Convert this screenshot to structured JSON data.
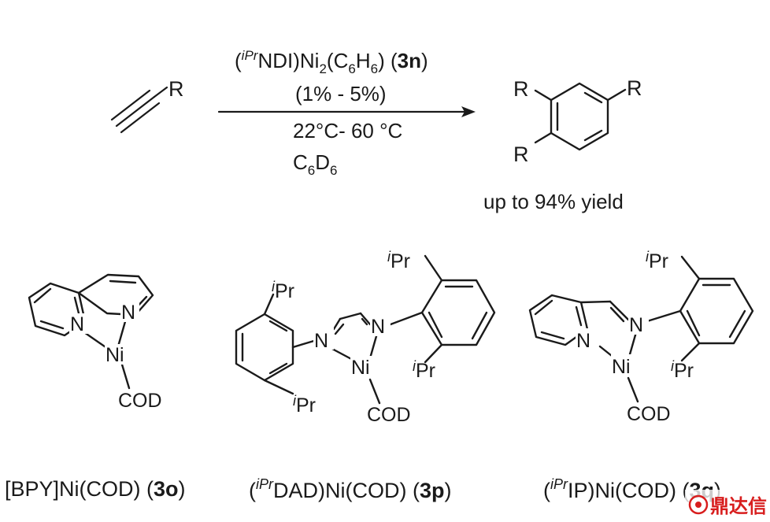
{
  "reaction": {
    "reactant_label": "R",
    "catalyst_prefix": "(",
    "catalyst_ipr": "iPr",
    "catalyst_ndi": "NDI)Ni",
    "catalyst_sub2": "2",
    "catalyst_c": "(C",
    "catalyst_sub6a": "6",
    "catalyst_h": "H",
    "catalyst_sub6b": "6",
    "catalyst_close": ") (",
    "catalyst_id": "3n",
    "catalyst_end": ")",
    "loading": "(1% - 5%)",
    "temperature": "22°C- 60 °C",
    "solvent_c": "C",
    "solvent_sub6a": "6",
    "solvent_d": "D",
    "solvent_sub6b": "6",
    "product_sub_label": "R",
    "yield": "up to 94% yield"
  },
  "complexes": [
    {
      "atoms": {
        "n1": "N",
        "n2": "N",
        "ni": "Ni",
        "cod": "COD"
      },
      "caption_main": "[BPY]Ni(COD) (",
      "caption_id": "3o",
      "caption_end": ")"
    },
    {
      "atoms": {
        "n1": "N",
        "n2": "N",
        "ni": "Ni",
        "cod": "COD"
      },
      "ipr_i": "i",
      "ipr_pr": "Pr",
      "caption_open": "(",
      "caption_sup": "iPr",
      "caption_main": "DAD)Ni(COD) (",
      "caption_id": "3p",
      "caption_end": ")"
    },
    {
      "atoms": {
        "n1": "N",
        "n2": "N",
        "ni": "Ni",
        "cod": "COD"
      },
      "ipr_i": "i",
      "ipr_pr": "Pr",
      "caption_open": "(",
      "caption_sup": "iPr",
      "caption_main": "IP)Ni(COD) (",
      "caption_id": "3q",
      "caption_end": ")"
    }
  ],
  "watermark": {
    "text": "鼎达信",
    "color": "#d81e1e"
  }
}
